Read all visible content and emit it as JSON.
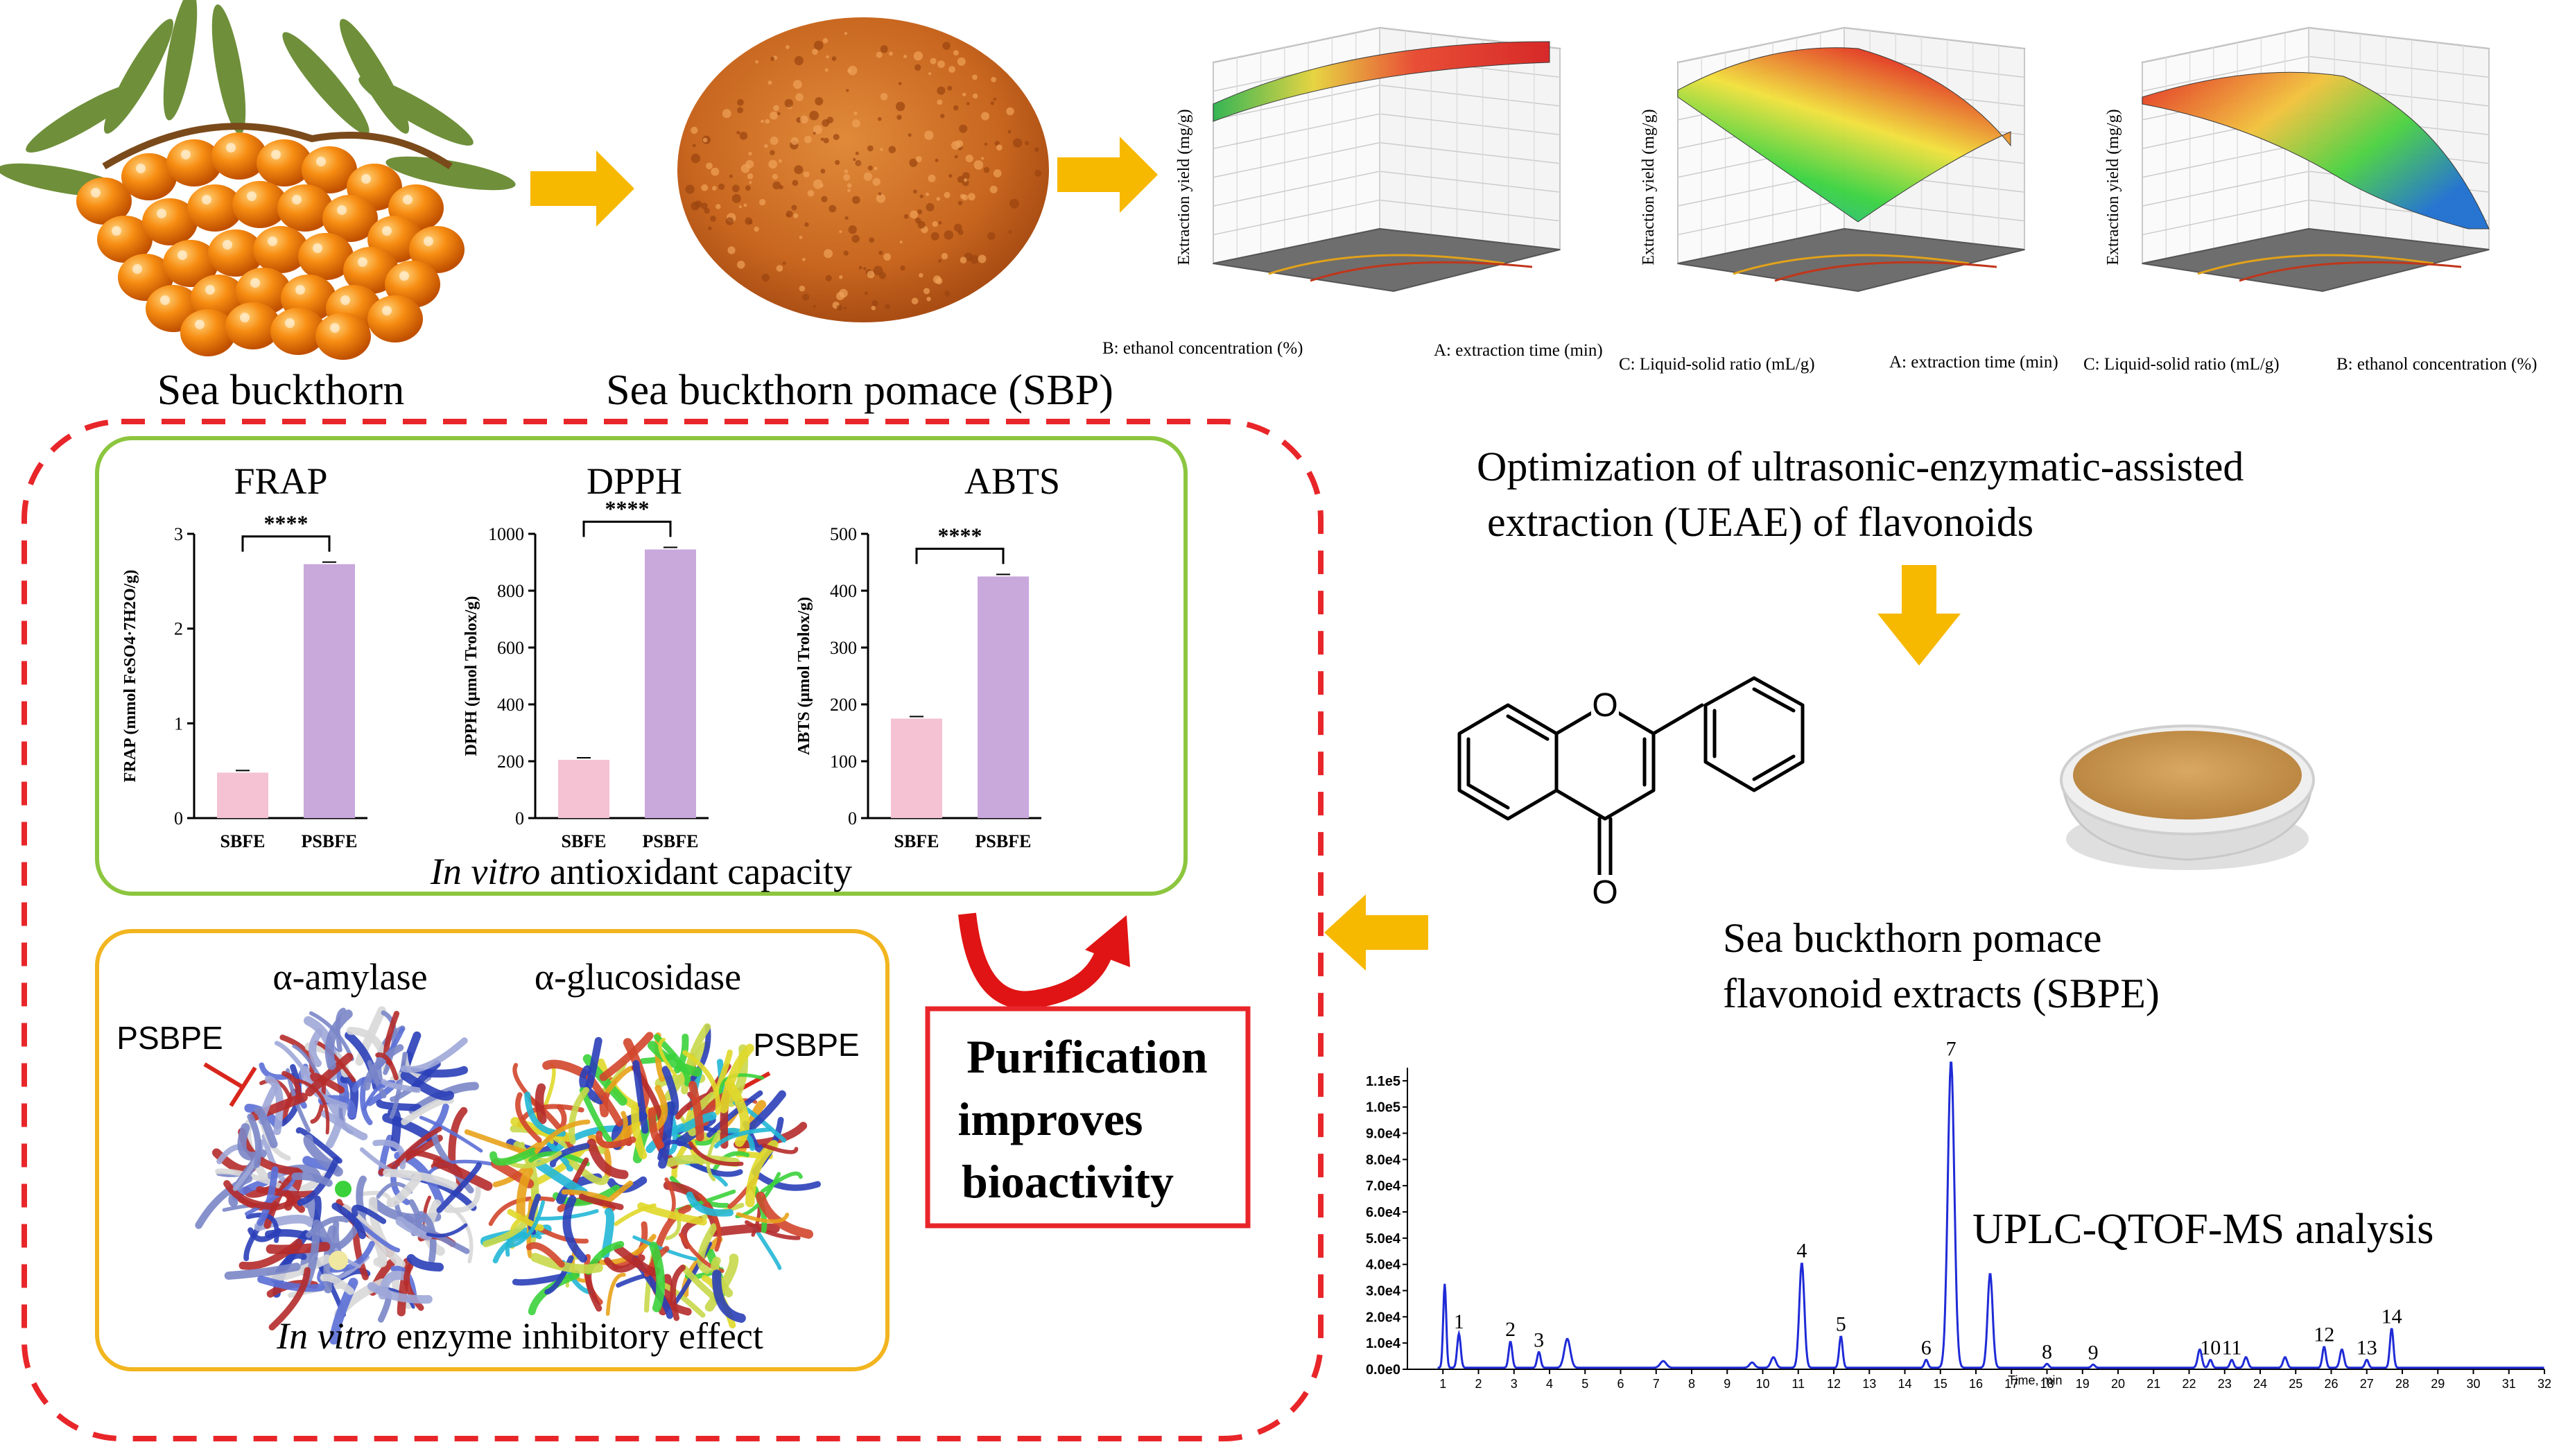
{
  "images": {
    "fruit_caption": "Sea buckthorn",
    "pomace_caption": "Sea buckthorn pomace (SBP)"
  },
  "surfaces": [
    {
      "x_axis": "A: extraction time (min)",
      "y_axis": "B: ethanol concentration (%)",
      "z_axis": "Extraction yield (mg/g)"
    },
    {
      "x_axis": "A: extraction time (min)",
      "y_axis": "C: Liquid-solid ratio (mL/g)",
      "z_axis": "Extraction yield (mg/g)"
    },
    {
      "x_axis": "B: ethanol concentration (%)",
      "y_axis": "C: Liquid-solid ratio (mL/g)",
      "z_axis": "Extraction yield (mg/g)"
    }
  ],
  "optimization": {
    "line1": "Optimization of ultrasonic-enzymatic-assisted",
    "line2": "extraction (UEAE) of flavonoids"
  },
  "sbpe": {
    "line1": "Sea buckthorn pomace",
    "line2": "flavonoid extracts (SBPE)"
  },
  "chart_data": [
    {
      "type": "bar",
      "title": "FRAP",
      "ylabel": "FRAP (mmol FeSO4·7H2O/g)",
      "categories": [
        "SBFE",
        "PSBFE"
      ],
      "values": [
        0.48,
        2.68
      ],
      "ylim": [
        0,
        3
      ],
      "yticks": [
        0,
        1,
        2,
        3
      ],
      "significance": "****",
      "colors": [
        "#f4c2d2",
        "#c9a8dc"
      ]
    },
    {
      "type": "bar",
      "title": "DPPH",
      "ylabel": "DPPH (μmol Trolox/g)",
      "categories": [
        "SBFE",
        "PSBFE"
      ],
      "values": [
        205,
        945
      ],
      "ylim": [
        0,
        1000
      ],
      "yticks": [
        0,
        200,
        400,
        600,
        800,
        1000
      ],
      "significance": "****",
      "colors": [
        "#f4c2d2",
        "#c9a8dc"
      ]
    },
    {
      "type": "bar",
      "title": "ABTS",
      "ylabel": "ABTS (μmol Trolox/g)",
      "categories": [
        "SBFE",
        "PSBFE"
      ],
      "values": [
        175,
        425
      ],
      "ylim": [
        0,
        500
      ],
      "yticks": [
        0,
        100,
        200,
        300,
        400,
        500
      ],
      "significance": "****",
      "colors": [
        "#f4c2d2",
        "#c9a8dc"
      ]
    },
    {
      "type": "line",
      "title": "",
      "xlabel": "Time, min",
      "ylabel": "",
      "xlim": [
        0,
        32
      ],
      "ylim": [
        0,
        115000
      ],
      "xticks": [
        1,
        2,
        3,
        4,
        5,
        6,
        7,
        8,
        9,
        10,
        11,
        12,
        13,
        14,
        15,
        16,
        17,
        18,
        19,
        20,
        21,
        22,
        23,
        24,
        25,
        26,
        27,
        28,
        29,
        30,
        31,
        32
      ],
      "ytick_labels": [
        "0.0e0",
        "1.0e4",
        "2.0e4",
        "3.0e4",
        "4.0e4",
        "5.0e4",
        "6.0e4",
        "7.0e4",
        "8.0e4",
        "9.0e4",
        "1.0e5",
        "1.1e5"
      ],
      "peaks": [
        {
          "label": "1",
          "x": 1.45,
          "y": 13000
        },
        {
          "label": "2",
          "x": 2.9,
          "y": 10000
        },
        {
          "label": "3",
          "x": 3.7,
          "y": 6000
        },
        {
          "label": "4",
          "x": 11.1,
          "y": 40000
        },
        {
          "label": "5",
          "x": 12.2,
          "y": 12000
        },
        {
          "label": "6",
          "x": 14.6,
          "y": 3000
        },
        {
          "label": "7",
          "x": 15.3,
          "y": 117000
        },
        {
          "label": "8",
          "x": 18.0,
          "y": 1500
        },
        {
          "label": "9",
          "x": 19.3,
          "y": 1200
        },
        {
          "label": "10",
          "x": 22.6,
          "y": 3000
        },
        {
          "label": "11",
          "x": 23.2,
          "y": 3000
        },
        {
          "label": "12",
          "x": 25.8,
          "y": 8000
        },
        {
          "label": "13",
          "x": 27.0,
          "y": 3000
        },
        {
          "label": "14",
          "x": 27.7,
          "y": 15000
        }
      ],
      "color": "#1f2bd6"
    }
  ],
  "antioxidant": {
    "caption_italic": "In vitro",
    "caption_rest": " antioxidant  capacity"
  },
  "enzyme": {
    "amylase": "α-amylase",
    "glucosidase": "α-glucosidase",
    "inhibitor_left": "PSBPE",
    "inhibitor_right": "PSBPE",
    "caption_italic": "In vitro",
    "caption_rest": " enzyme  inhibitory  effect"
  },
  "purification": {
    "line1": "Purification",
    "line2": "improves",
    "line3": "bioactivity"
  },
  "uplc": {
    "label": "UPLC-QTOF-MS  analysis"
  },
  "colors": {
    "arrow": "#f7b800",
    "dashed_border": "#e8262a",
    "green_box": "#8cc63f",
    "yellow_box": "#f2b51f",
    "purification_box": "#e8262a"
  }
}
